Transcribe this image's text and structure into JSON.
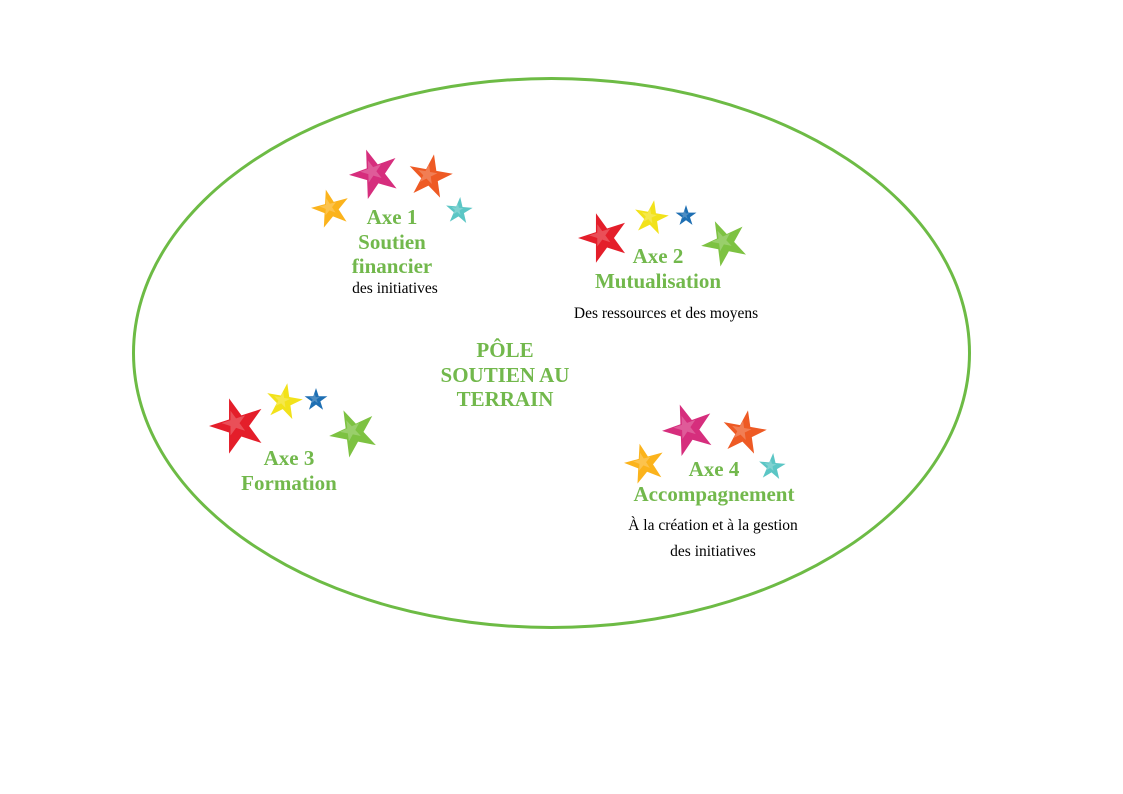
{
  "center": {
    "lines": [
      "PÔLE",
      "SOUTIEN AU",
      "TERRAIN"
    ]
  },
  "axes": [
    {
      "id": 1,
      "title": [
        "Axe 1",
        "Soutien",
        "financier"
      ],
      "desc": [
        "des initiatives"
      ]
    },
    {
      "id": 2,
      "title": [
        "Axe 2",
        "Mutualisation"
      ],
      "desc": [
        "Des ressources et des moyens"
      ]
    },
    {
      "id": 3,
      "title": [
        "Axe 3",
        "Formation"
      ],
      "desc": []
    },
    {
      "id": 4,
      "title": [
        "Axe 4",
        "Accompagnement"
      ],
      "desc": [
        "À la création et à la gestion",
        "des initiatives"
      ]
    }
  ],
  "colors": {
    "ellipse": "#6dbb45",
    "label": "#72b84c",
    "text": "#000000",
    "stars": [
      "#e41e2a",
      "#f2e21a",
      "#1e6fb3",
      "#7dc242",
      "#d62e7d",
      "#fbb31c",
      "#5bc6c5",
      "#ee5a24"
    ]
  }
}
